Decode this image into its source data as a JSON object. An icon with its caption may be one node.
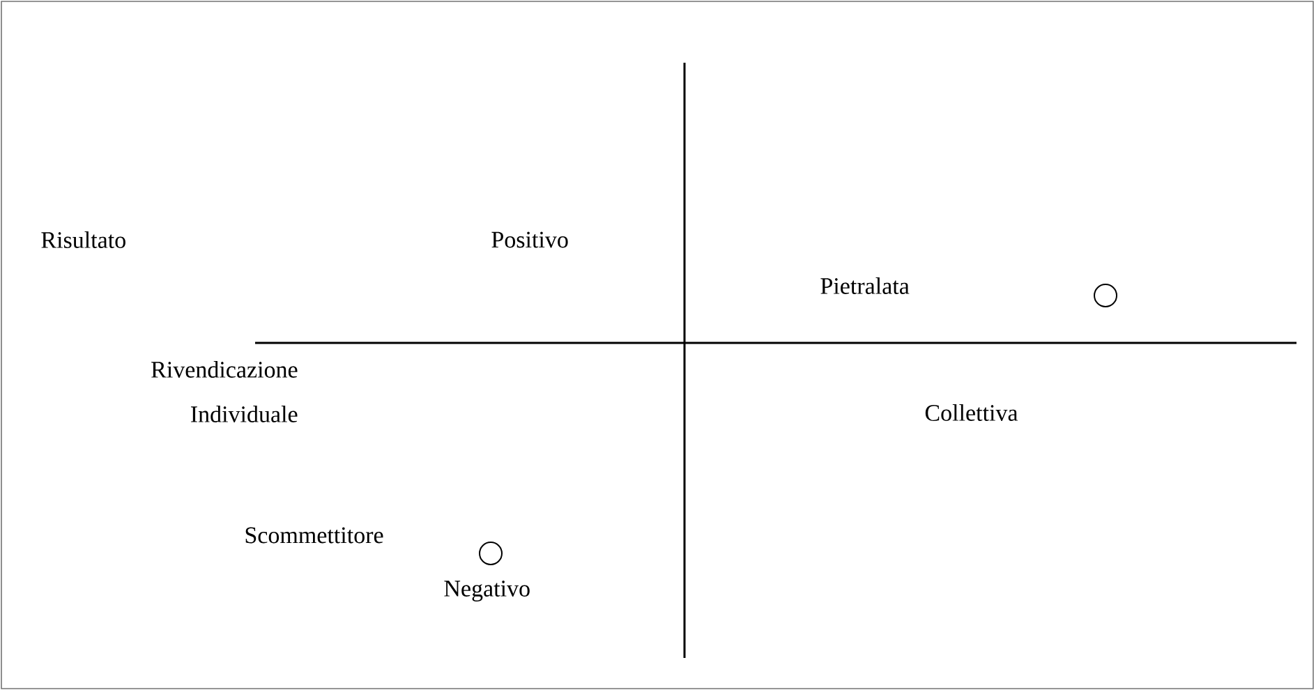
{
  "diagram": {
    "labels": [
      "Risultato",
      "Positivo",
      "Pietralata",
      "Rivendicazione",
      "Individuale",
      "Collettiva",
      "Scommettitore",
      "Negativo"
    ]
  }
}
